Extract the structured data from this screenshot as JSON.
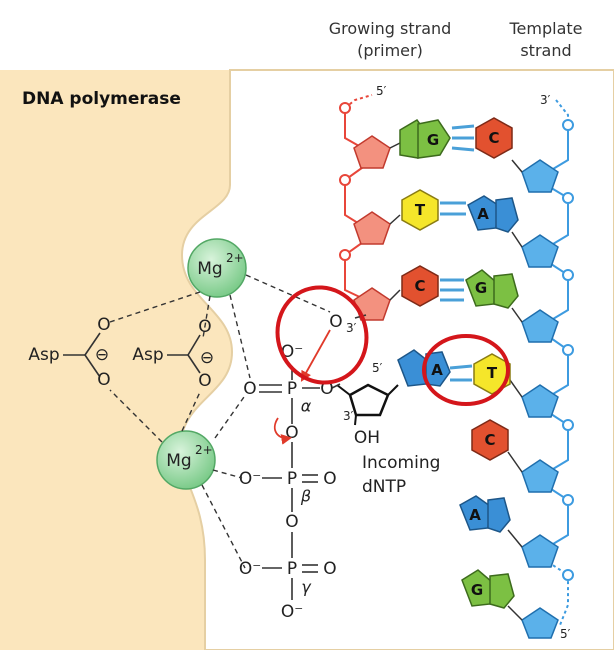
{
  "labels": {
    "growing_strand_line1": "Growing strand",
    "growing_strand_line2": "(primer)",
    "template_strand_line1": "Template",
    "template_strand_line2": "strand",
    "enzyme": "DNA polymerase",
    "mg_ion": "Mg",
    "mg_charge": "2+",
    "asp": "Asp",
    "incoming_line1": "Incoming",
    "incoming_line2": "dNTP",
    "five_prime": "5′",
    "three_prime": "3′",
    "oh": "OH",
    "alpha": "α",
    "beta": "β",
    "gamma": "γ",
    "o_minus": "O⁻",
    "o3": "O",
    "o3_sub": "3′",
    "phosphorus": "P",
    "oxygen": "O",
    "minus": "⊖"
  },
  "bases": {
    "G": "G",
    "C": "C",
    "T": "T",
    "A": "A"
  },
  "colors": {
    "enzyme_fill": "#fbe6bd",
    "growing_strand": "#e8463a",
    "growing_sugar": "#f3917f",
    "template_strand": "#3d9be0",
    "template_sugar": "#5bb1ea",
    "guanine": "#7cc043",
    "cytosine": "#e2512f",
    "thymine": "#f5e62a",
    "adenine": "#3a8fd6",
    "mg_fill": "#8fd49a",
    "annotation_circle": "#d4161b",
    "hbond": "#4aa0d8"
  }
}
